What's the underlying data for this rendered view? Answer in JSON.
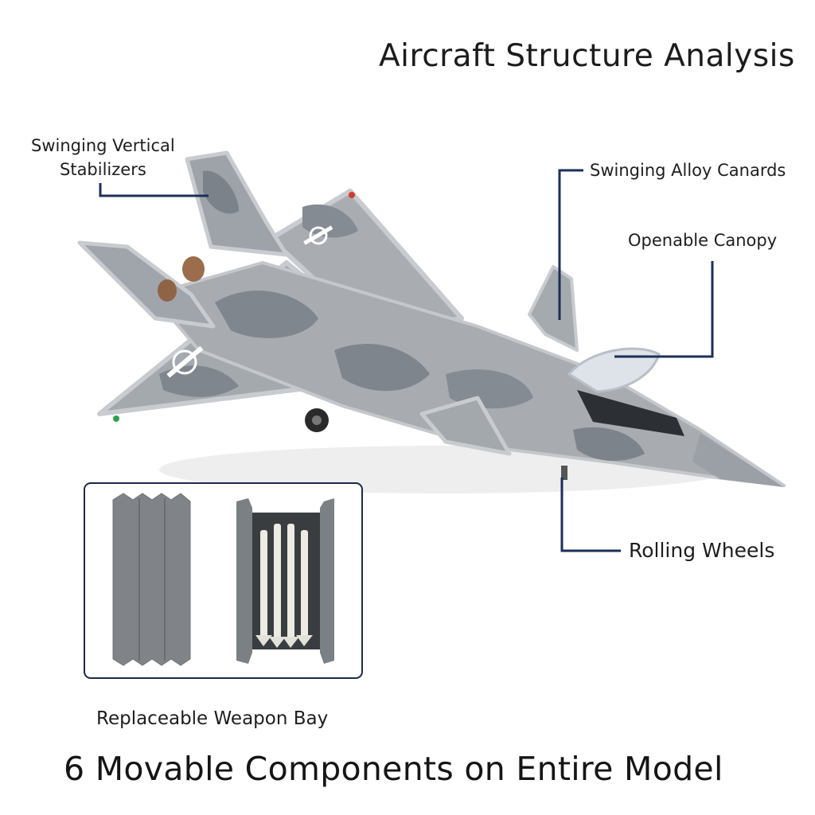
{
  "header": {
    "title": "Aircraft Structure Analysis"
  },
  "callouts": {
    "stabilizers_line1": "Swinging Vertical",
    "stabilizers_line2": "Stabilizers",
    "canards": "Swinging Alloy Canards",
    "canopy": "Openable Canopy",
    "wheels": "Rolling Wheels",
    "weapon_bay": "Replaceable Weapon Bay"
  },
  "footer": {
    "headline": "6 Movable Components on Entire Model"
  },
  "colors": {
    "leader_line": "#1b2f5a",
    "camo_light": "#a9adb1",
    "camo_dark": "#7e848b",
    "edge_light": "#c9ccd0"
  },
  "icons": [
    "aircraft-illustration",
    "weapon-bay-illustration",
    "roundel-icon"
  ]
}
